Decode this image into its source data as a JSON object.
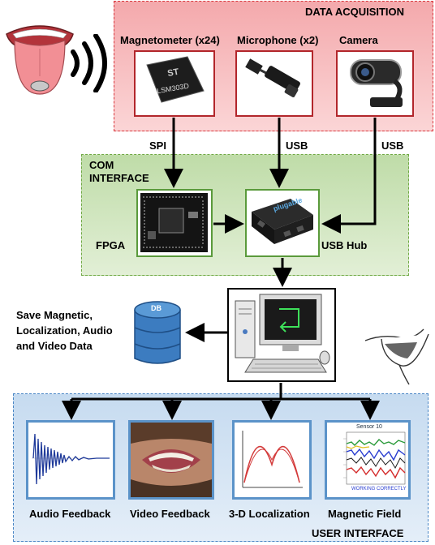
{
  "data_acquisition": {
    "title": "DATA ACQUISITION",
    "magnetometer_label": "Magnetometer (x24)",
    "magnetometer_chip_text": "LSM303D",
    "microphone_label": "Microphone (x2)",
    "camera_label": "Camera"
  },
  "links": {
    "spi": "SPI",
    "usb_mic": "USB",
    "usb_cam": "USB"
  },
  "com_interface": {
    "title_line1": "COM",
    "title_line2": "INTERFACE",
    "fpga_label": "FPGA",
    "usb_hub_label": "USB Hub",
    "hub_brand": "plugable"
  },
  "storage": {
    "label_line1": "Save Magnetic,",
    "label_line2": "Localization, Audio",
    "label_line3": "and Video Data",
    "db_text": "DB"
  },
  "user_interface": {
    "title": "USER INTERFACE",
    "panels": [
      {
        "label": "Audio Feedback"
      },
      {
        "label": "Video Feedback"
      },
      {
        "label": "3-D Localization"
      },
      {
        "label": "Magnetic Field"
      }
    ],
    "field_plot_title": "Sensor 10",
    "field_plot_status": "WORKING CORRECTLY"
  },
  "colors": {
    "acq_fill": "#f7b9bb",
    "acq_border": "#d9383e",
    "com_fill": "#cfe3bb",
    "com_border": "#6fa843",
    "ui_fill": "#d6e5f4",
    "ui_border": "#4a86c5",
    "panel_red": "#b2262b",
    "panel_green": "#5a9a3b",
    "panel_blue": "#5b93c9"
  }
}
